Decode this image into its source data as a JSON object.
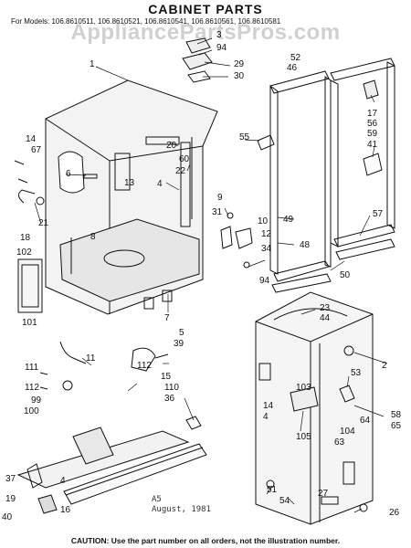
{
  "header": {
    "title": "CABINET PARTS",
    "models": "For Models: 106.8610511, 106.8610521, 106.8610541, 106.8610561, 106.8610581",
    "watermark": "AppliancePartsPros.com"
  },
  "stamp": {
    "line1": "A5",
    "line2": "August, 1981"
  },
  "caution": "CAUTION: Use the part number on all orders, not the illustration number.",
  "callouts": {
    "c1": "1",
    "c2": "2",
    "c3": "3",
    "c4": "4",
    "c5": "5",
    "c6": "6",
    "c7": "7",
    "c8": "8",
    "c9": "9",
    "c10": "10",
    "c11": "11",
    "c12": "12",
    "c13": "13",
    "c14": "14",
    "c15": "15",
    "c16": "16",
    "c17": "17",
    "c18": "18",
    "c19": "19",
    "c20": "20",
    "c21": "21",
    "c22": "22",
    "c23": "23",
    "c26": "26",
    "c27": "27",
    "c29": "29",
    "c30": "30",
    "c31": "31",
    "c34": "34",
    "c36": "36",
    "c37": "37",
    "c39": "39",
    "c40": "40",
    "c41": "41",
    "c44": "44",
    "c46": "46",
    "c48": "48",
    "c49": "49",
    "c50": "50",
    "c51": "51",
    "c52": "52",
    "c53": "53",
    "c54": "54",
    "c55": "55",
    "c56": "56",
    "c57": "57",
    "c58": "58",
    "c59": "59",
    "c60": "60",
    "c63": "63",
    "c64": "64",
    "c65": "65",
    "c67": "67",
    "c94": "94",
    "c99": "99",
    "c100": "100",
    "c101": "101",
    "c102": "102",
    "c103": "103",
    "c104": "104",
    "c105": "105",
    "c110": "110",
    "c111": "111",
    "c112": "112"
  }
}
